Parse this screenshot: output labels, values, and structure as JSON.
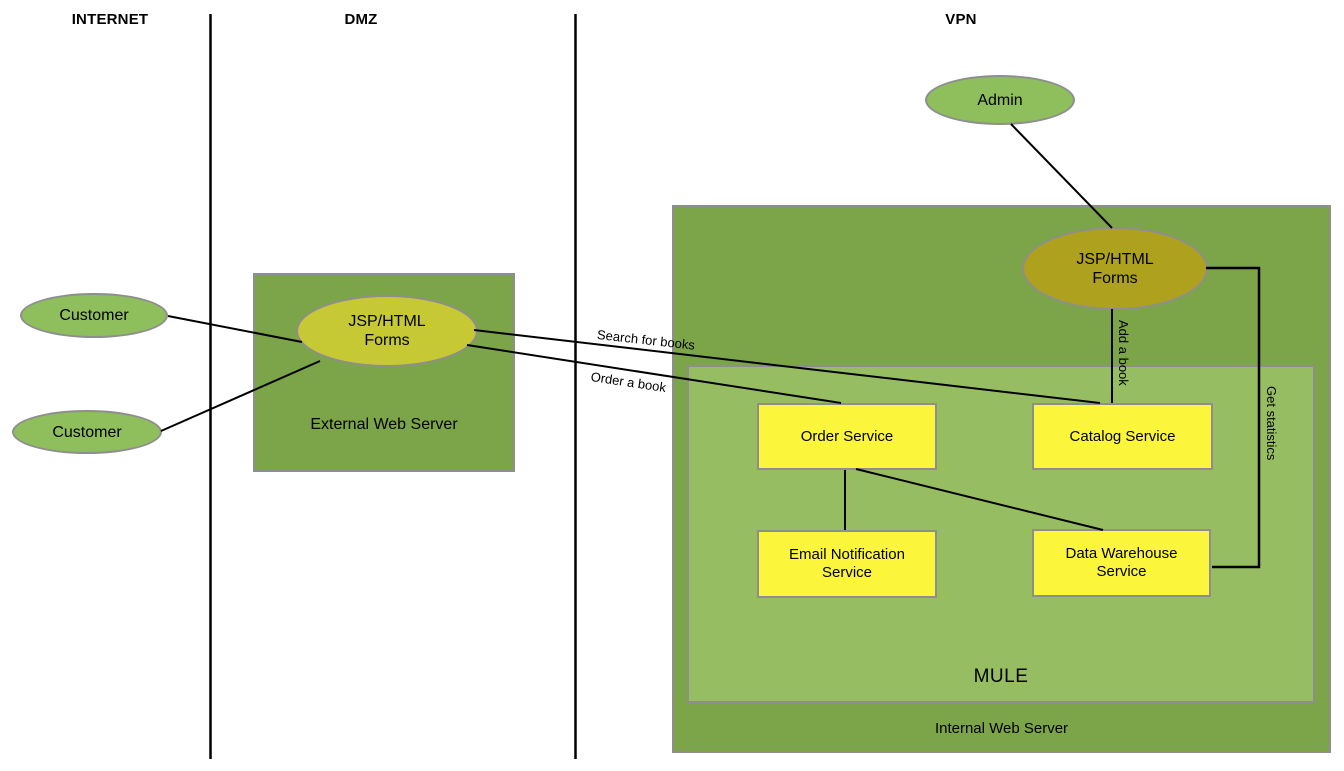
{
  "zones": {
    "internet": "INTERNET",
    "dmz": "DMZ",
    "vpn": "VPN"
  },
  "nodes": {
    "customer_top": "Customer",
    "customer_bottom": "Customer",
    "admin": "Admin",
    "dmz_jsp_forms": "JSP/HTML Forms",
    "vpn_jsp_forms": "JSP/HTML Forms",
    "external_web_server": "External Web Server",
    "internal_web_server": "Internal Web Server",
    "mule": "MULE",
    "order_service": "Order Service",
    "catalog_service": "Catalog Service",
    "email_notification_service": "Email Notification Service",
    "data_warehouse_service": "Data Warehouse Service"
  },
  "edges": {
    "search_for_books": "Search for books",
    "order_a_book": "Order a book",
    "add_a_book": "Add a book",
    "get_statistics": "Get statistics"
  },
  "colors": {
    "green-dark": "#7CA449",
    "green-light": "#97BD63",
    "green-actor": "#8FBE5C",
    "olive-dmz": "#C6C834",
    "olive-vpn": "#AEA11E",
    "service-yellow": "#FBF53C",
    "border-gray": "#8E8E8E",
    "line-black": "#000000"
  }
}
